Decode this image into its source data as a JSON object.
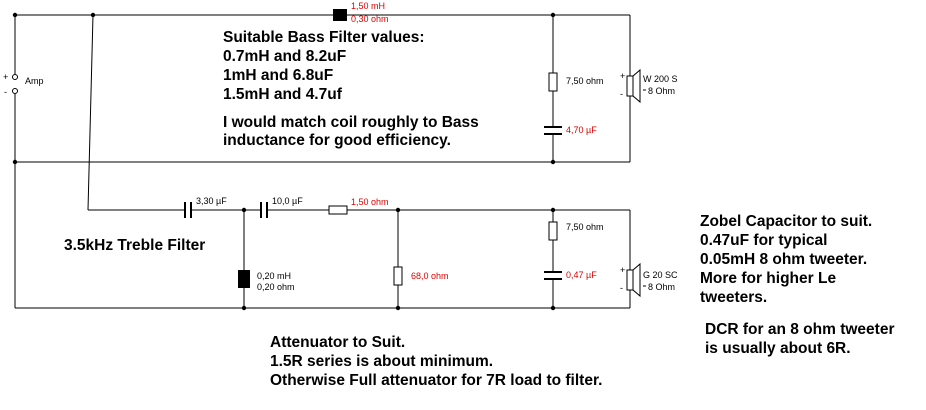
{
  "amp": {
    "plus": "+",
    "minus": "-",
    "label": "Amp"
  },
  "bass": {
    "inductor_value": "1,50 mH",
    "inductor_resistance": "0,30 ohm",
    "zobel_resistor": "7,50 ohm",
    "zobel_capacitor": "4,70 µF",
    "speaker_plus": "+",
    "speaker_minus": "-",
    "speaker_model": "W 200 S",
    "speaker_impedance": "8 Ohm"
  },
  "treble": {
    "cap1": "3,30 µF",
    "cap2": "10,0 µF",
    "series_resistor": "1,50 ohm",
    "inductor_value": "0,20 mH",
    "inductor_resistance": "0,20 ohm",
    "shunt_resistor": "68,0 ohm",
    "zobel_resistor": "7,50 ohm",
    "zobel_capacitor": "0,47 µF",
    "speaker_plus": "+",
    "speaker_minus": "-",
    "speaker_model": "G 20 SC",
    "speaker_impedance": "8 Ohm"
  },
  "notes": {
    "bass_lines": [
      "Suitable Bass Filter values:",
      "0.7mH and 8.2uF",
      "1mH and 6.8uF",
      "1.5mH and 4.7uf"
    ],
    "coil_lines": [
      "I would match coil roughly to Bass",
      "inductance for good efficiency."
    ],
    "treble_filter": "3.5kHz Treble Filter",
    "zobel_lines": [
      "Zobel Capacitor to suit.",
      "0.47uF for typical",
      "0.05mH 8 ohm tweeter.",
      "More for higher Le",
      "tweeters."
    ],
    "dcr_lines": [
      "DCR for an 8 ohm tweeter",
      "is usually about 6R."
    ],
    "attenuator_lines": [
      "Attenuator to Suit.",
      "1.5R series is about minimum.",
      "Otherwise Full attenuator for 7R load to filter."
    ]
  },
  "colors": {
    "wire": "#000000",
    "label": "#000000",
    "value_highlight": "#e00000"
  }
}
